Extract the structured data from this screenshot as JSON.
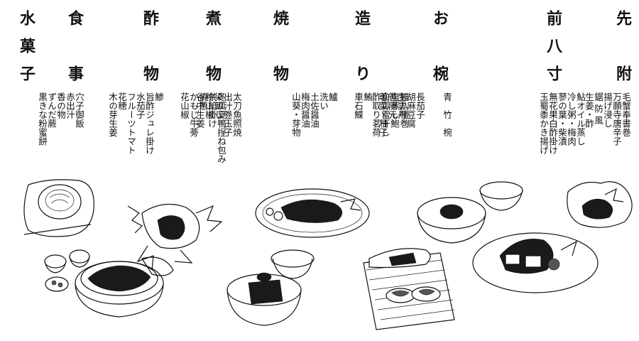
{
  "courses": [
    {
      "heading": [
        "先",
        "",
        "附"
      ],
      "items": [
        "毛蟹奉書巻",
        "万願寺唐辛子",
        "揚げ浸し",
        "鋸 防 風",
        "生姜・酢"
      ]
    },
    {
      "heading": [
        "前",
        "八",
        "寸"
      ],
      "items": [
        "鮎オイル蒸し",
        "冷し粥・梅肉",
        "蓼の葉・柴漬",
        "無花果白酢掛け",
        "玉蜀黍かき揚げ"
      ]
    },
    {
      "heading": [
        "お",
        "",
        "椀"
      ],
      "items": [
        "鰻八幡巻",
        "塩蒸し鮑",
        "白瓜雷干し",
        "酢取り茗荷",
        "青　竹　椀"
      ]
    },
    {
      "heading": [
        "造",
        "",
        "り"
      ],
      "items": [
        "鮪",
        "車石鰈",
        "長茄子",
        "胡麻豆腐",
        "生雲丹",
        "笹隠元",
        "蓴菜・柚子"
      ]
    },
    {
      "heading": [
        "焼",
        "",
        "物"
      ],
      "items": [
        "土佐醤油",
        "梅肉醤油",
        "山葵・芽物",
        "洗い",
        "鱸"
      ]
    },
    {
      "heading": [
        "煮",
        "",
        "物"
      ],
      "items": [
        "太刀魚照焼",
        "出汁巻玉子",
        "染卸し",
        "粉山椒",
        "谷中生姜"
      ]
    },
    {
      "heading": [
        "酢",
        "",
        "物"
      ],
      "items": [
        "冬瓜夏鴨挰ね包み",
        "共餡掛け",
        "焼葱",
        "かもじ牛蒡",
        "花山椒"
      ]
    },
    {
      "heading": [
        "食",
        "",
        "事"
      ],
      "items": [
        "鯵",
        "旨酢ジュレ掛け",
        "水茄子",
        "フルーツトマト",
        "花穂",
        "木の芽生姜"
      ]
    },
    {
      "heading": [
        "水",
        "菓",
        "子"
      ],
      "items": [
        "穴子御飯",
        "赤出汁",
        "香の物",
        "ずんだ蕨",
        "黒きな粉蜜餅"
      ]
    }
  ]
}
